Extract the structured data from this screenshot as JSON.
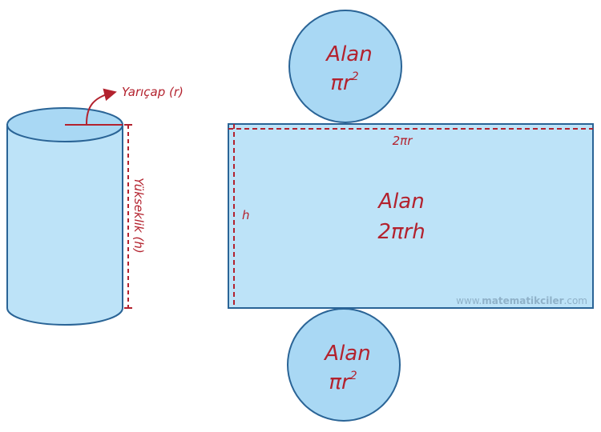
{
  "cylinder": {
    "radius_label": "Yarıçap (r)",
    "height_label": "Yükseklik (h)"
  },
  "net": {
    "top_circle": {
      "title": "Alan",
      "formula_base": "πr",
      "formula_exp": "2"
    },
    "rectangle": {
      "width_label": "2πr",
      "height_label": "h",
      "title": "Alan",
      "formula": "2πrh"
    },
    "bottom_circle": {
      "title": "Alan",
      "formula_base": "πr",
      "formula_exp": "2"
    }
  },
  "watermark": {
    "prefix": "www.",
    "brand": "matematikciler",
    "suffix": ".com"
  },
  "colors": {
    "fill_light": "#bde3f8",
    "fill_circle": "#a9d8f4",
    "stroke": "#2a6496",
    "accent_red": "#b3222e"
  }
}
